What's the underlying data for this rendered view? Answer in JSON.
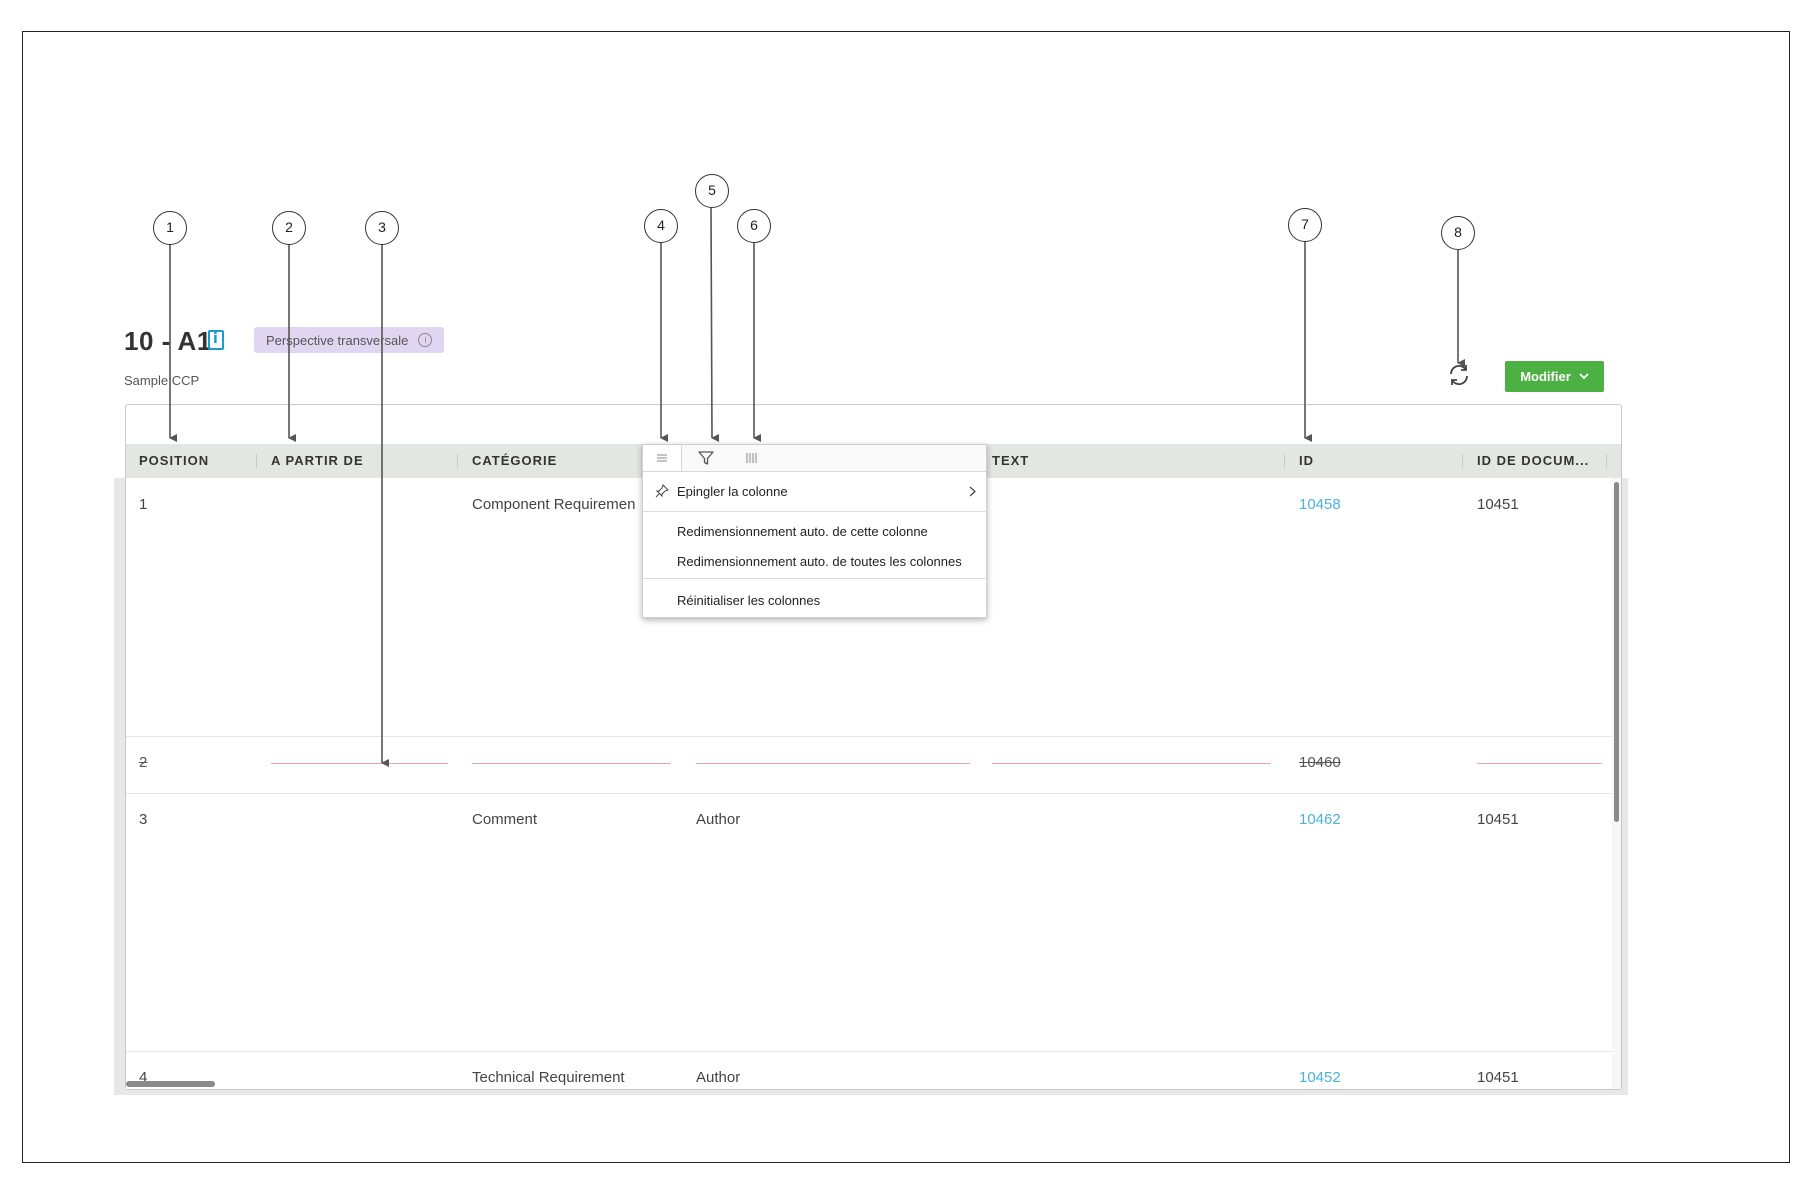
{
  "header": {
    "title": "10 - A1",
    "badge": "Perspective transversale",
    "subtitle": "Sample CCP",
    "modify_label": "Modifier"
  },
  "columns": [
    "POSITION",
    "A PARTIR DE",
    "CATÉGORIE",
    "TEXT",
    "ID",
    "ID DE DOCUM..."
  ],
  "rows": [
    {
      "position": "1",
      "from": "",
      "category": "Component Requiremen",
      "col4": "",
      "text": "",
      "id": "10458",
      "doc_id": "10451",
      "deleted": false
    },
    {
      "position": "2",
      "from": "",
      "category": "",
      "col4": "",
      "text": "",
      "id": "10460",
      "doc_id": "",
      "deleted": true
    },
    {
      "position": "3",
      "from": "",
      "category": "Comment",
      "col4": "Author",
      "text": "",
      "id": "10462",
      "doc_id": "10451",
      "deleted": false
    },
    {
      "position": "4",
      "from": "",
      "category": "Technical Requirement",
      "col4": "Author",
      "text": "",
      "id": "10452",
      "doc_id": "10451",
      "deleted": false
    }
  ],
  "column_menu": {
    "tabs": [
      "menu-icon",
      "filter-icon",
      "columns-icon"
    ],
    "items": [
      "Epingler la colonne",
      "Redimensionnement auto. de cette colonne",
      "Redimensionnement auto. de toutes les colonnes",
      "Réinitialiser les colonnes"
    ]
  },
  "callouts": [
    "1",
    "2",
    "3",
    "4",
    "5",
    "6",
    "7",
    "8"
  ],
  "colors": {
    "accent_link": "#4ab0dd",
    "modify_button": "#4cb043",
    "badge_bg": "#e1d6f2",
    "deleted_line": "#f0a3a7",
    "header_bg": "#e3e7e3"
  }
}
